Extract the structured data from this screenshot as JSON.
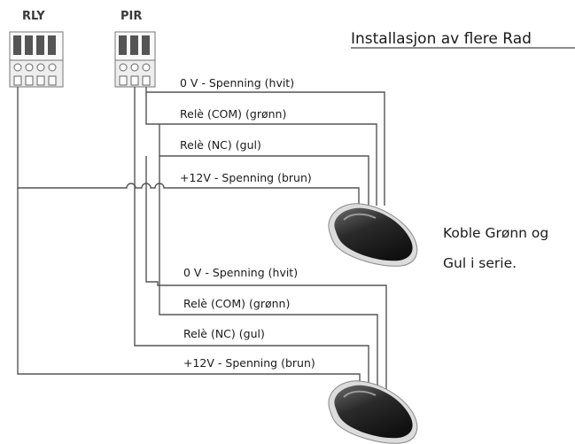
{
  "title": "Installasjon av flere Rad",
  "terminals": {
    "rly": "RLY",
    "pir": "PIR"
  },
  "note": {
    "line1": "Koble Grønn og",
    "line2": "Gul i serie."
  },
  "sensor1": {
    "wires": [
      "0 V - Spenning (hvit)",
      "Relè (COM) (grønn)",
      "Relè (NC) (gul)",
      "+12V - Spenning (brun)"
    ]
  },
  "sensor2": {
    "wires": [
      "0 V - Spenning (hvit)",
      "Relè (COM) (grønn)",
      "Relè (NC) (gul)",
      "+12V - Spenning (brun)"
    ]
  }
}
